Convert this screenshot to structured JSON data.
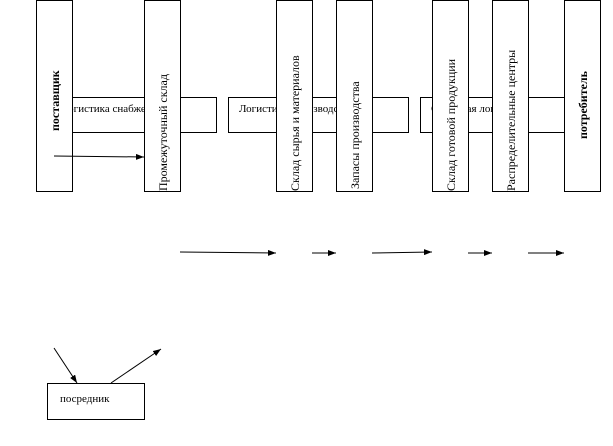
{
  "diagram": {
    "supplier": "поставщик",
    "intermediate_warehouse": "Промежуточный склад",
    "raw_materials_warehouse": "Склад сырья и материалов",
    "production_stocks": "Запасы производства",
    "finished_goods_warehouse": "Склад готовой продукции",
    "distribution_centers": "Распределительные центры",
    "consumer": "потребитель",
    "intermediary": "посредник",
    "supply_logistics": "Логистика снабжения",
    "production_logistics": "Логистика производства",
    "distribution_logistics": "Сбытовая логистика"
  }
}
